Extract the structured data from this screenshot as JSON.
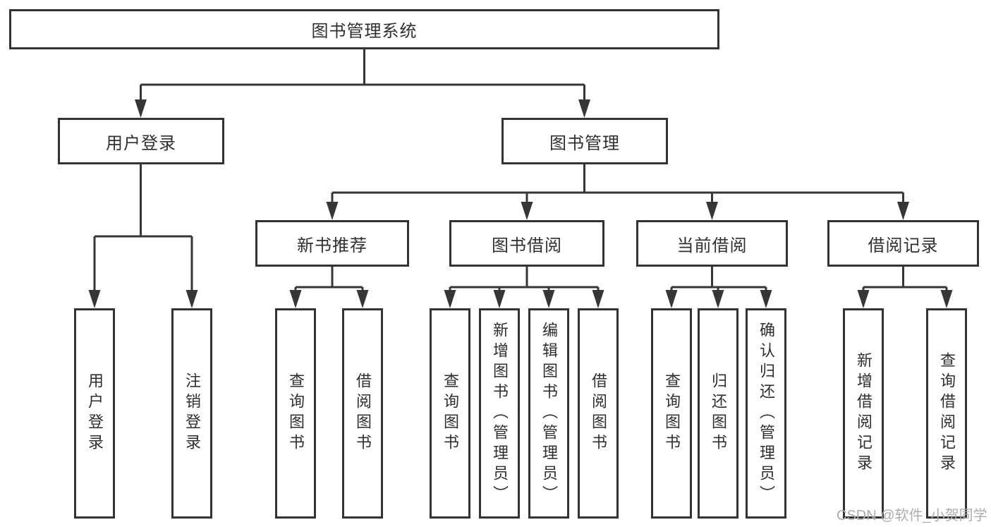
{
  "page": {
    "watermark": "CSDN @软件_小贺同学"
  },
  "diagram": {
    "type": "tree",
    "nodes": {
      "root": "图书管理系统",
      "user_login": "用户登录",
      "book_mgmt": "图书管理",
      "new_books": "新书推荐",
      "book_borrow": "图书借阅",
      "current_borrow": "当前借阅",
      "borrow_records": "借阅记录"
    },
    "leaves": {
      "user_login_1": "用户登录",
      "user_login_2": "注销登录",
      "new_books_1": "查询图书",
      "new_books_2": "借阅图书",
      "book_borrow_1": "查询图书",
      "book_borrow_2": "新增图书（管理员）",
      "book_borrow_3": "编辑图书（管理员）",
      "book_borrow_4": "借阅图书",
      "current_borrow_1": "查询图书",
      "current_borrow_2": "归还图书",
      "current_borrow_3": "确认归还（管理员）",
      "borrow_records_1": "新增借阅记录",
      "borrow_records_2": "查询借阅记录"
    },
    "colors": {
      "line": "#363636",
      "box_border": "#333333",
      "text": "#2f2f2f",
      "background": "#ffffff",
      "watermark": "#adadad"
    }
  }
}
